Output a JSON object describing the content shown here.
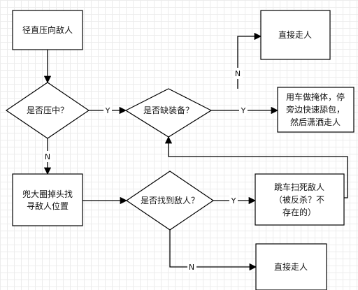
{
  "nodes": {
    "start": "径直压向敌人",
    "is_pressing": "是否压中？",
    "lacks_gear": "是否缺装备？",
    "walk_away_top": "直接走人",
    "cover_lines": [
      "用车做掩体，停",
      "旁边快速舔包，",
      "然后潇洒走人"
    ],
    "circle_lines": [
      "兜大圈掉头找",
      "寻敌人位置"
    ],
    "found_enemy": "是否找到敌人？",
    "jump_lines": [
      "跳车扫死敌人",
      "（被反杀？不",
      "存在的）"
    ],
    "walk_away_bottom": "直接走人"
  },
  "edge_labels": {
    "press_to_gear_yes": "Y",
    "press_to_circle_no": "N",
    "gear_to_cover_yes": "Y",
    "gear_to_walk_no": "N",
    "found_to_jump_yes": "Y",
    "found_to_walk_no": "N"
  }
}
